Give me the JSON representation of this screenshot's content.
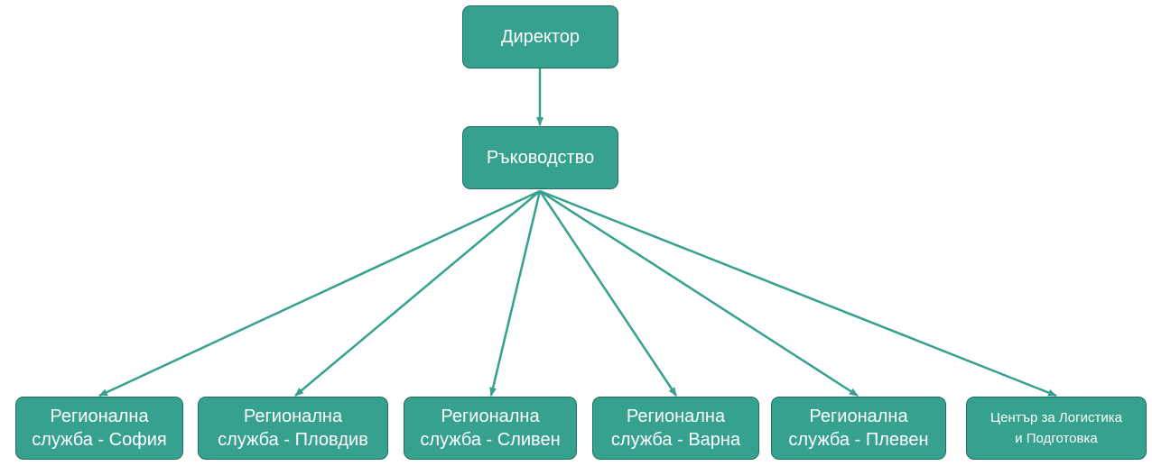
{
  "colors": {
    "node_fill": "#36A18E",
    "node_border": "#1f6f61",
    "edge": "#36A18E",
    "text": "#ffffff"
  },
  "nodes": {
    "director": {
      "line1": "Директор"
    },
    "management": {
      "line1": "Ръководство"
    },
    "sofia": {
      "line1": "Регионална",
      "line2": "служба - София"
    },
    "plovdiv": {
      "line1": "Регионална",
      "line2": "служба - Пловдив"
    },
    "sliven": {
      "line1": "Регионална",
      "line2": "служба - Сливен"
    },
    "varna": {
      "line1": "Регионална",
      "line2": "служба - Варна"
    },
    "pleven": {
      "line1": "Регионална",
      "line2": "служба - Плевен"
    },
    "logistics": {
      "line1": "Център за Логистика",
      "line2": "и Подготовка"
    }
  },
  "edges": [
    {
      "from": "director",
      "to": "management"
    },
    {
      "from": "management",
      "to": "sofia"
    },
    {
      "from": "management",
      "to": "plovdiv"
    },
    {
      "from": "management",
      "to": "sliven"
    },
    {
      "from": "management",
      "to": "varna"
    },
    {
      "from": "management",
      "to": "pleven"
    },
    {
      "from": "management",
      "to": "logistics"
    }
  ]
}
